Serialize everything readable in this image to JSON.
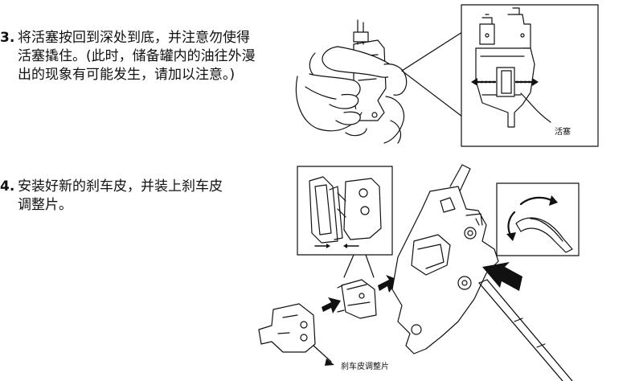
{
  "steps": [
    {
      "number": "3.",
      "text": "将活塞按回到深处到底，并注意勿使得活塞撬住。(此时，储备罐内的油往外漫出的现象有可能发生，请加以注意。)"
    },
    {
      "number": "4.",
      "text": "安装好新的刹车皮，并装上刹车皮调整片。"
    }
  ],
  "labels": {
    "piston": "活塞",
    "pad_spacer": "刹车皮调整片"
  },
  "colors": {
    "ink": "#111111",
    "background": "#ffffff"
  },
  "icons": [
    "hand-illustration",
    "caliper-detail",
    "brake-pads-illustration",
    "arrow-right-icon",
    "rotate-arrow-icon",
    "tire-lever-illustration"
  ]
}
